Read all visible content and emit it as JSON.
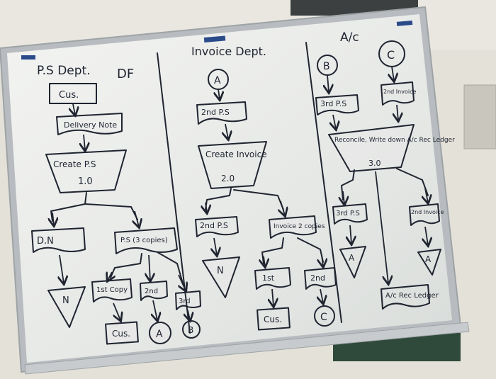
{
  "colors": {
    "wall": "#dcd8cf",
    "board_frame": "#b8bcc0",
    "board_surface": "#eef0ef",
    "ink": "#1f2430",
    "dark_panel": "#2f4a3b",
    "marker_blue": "#2a4a8a"
  },
  "board": {
    "ps_dept": {
      "title": "P.S Dept.",
      "df_label": "DF",
      "customer": "Cus.",
      "delivery_note": "Delivery Note",
      "process": {
        "name": "Create P.S",
        "number": "1.0"
      },
      "out_dn": "D.N",
      "out_ps": "P.S (3 copies)",
      "copy1": "1st Copy",
      "copy2": "2nd",
      "copy3": "3rd",
      "term_n": "N",
      "customer2": "Cus.",
      "conn_a": "A",
      "conn_b": "B"
    },
    "invoice_dept": {
      "title": "Invoice Dept.",
      "conn_a": "A",
      "input": "2nd P.S",
      "process": {
        "name": "Create Invoice",
        "number": "2.0"
      },
      "out_ps": "2nd P.S",
      "out_invoice": "Invoice 2 copies",
      "term_n": "N",
      "copy1": "1st",
      "copy2": "2nd",
      "customer": "Cus.",
      "conn_c": "C"
    },
    "ac_dept": {
      "title": "A/c",
      "conn_b": "B",
      "conn_c": "C",
      "input_ps": "3rd P.S",
      "input_invoice": "2nd Invoice",
      "process": {
        "name": "Reconcile, Write down A/c Rec Ledger",
        "number": "3.0"
      },
      "out_ps": "3rd P.S",
      "out_invoice": "2nd Invoice",
      "term_a1": "A",
      "term_a2": "A",
      "ledger": "A/c Rec Ledger"
    }
  }
}
